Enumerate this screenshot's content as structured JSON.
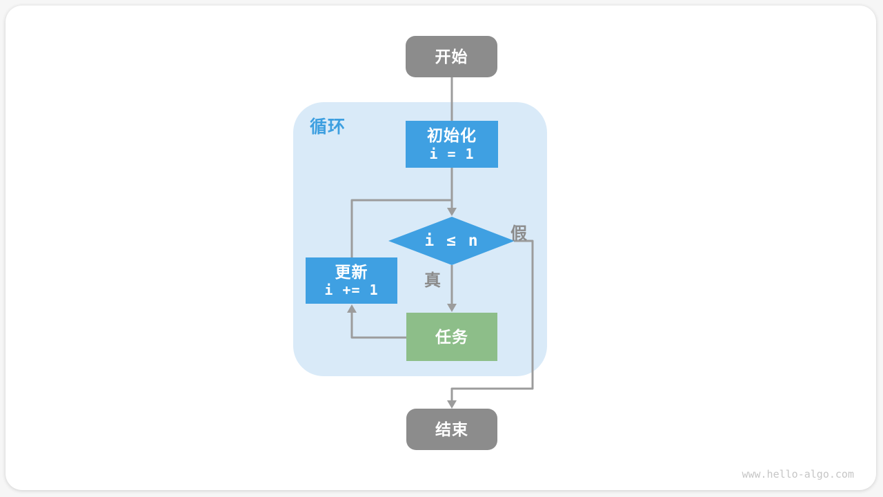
{
  "flowchart": {
    "loop_region_label": "循环",
    "nodes": {
      "start": {
        "label": "开始"
      },
      "init": {
        "label": "初始化",
        "code": "i = 1"
      },
      "condition": {
        "code": "i ≤ n"
      },
      "update": {
        "label": "更新",
        "code": "i += 1"
      },
      "task": {
        "label": "任务"
      },
      "end": {
        "label": "结束"
      }
    },
    "branches": {
      "true_label": "真",
      "false_label": "假"
    },
    "colors": {
      "terminal_gray": "#8C8C8C",
      "process_blue": "#3FA0E2",
      "task_green": "#8DBE89",
      "loop_bg": "#D9EAF8",
      "line_gray": "#9C9C9C",
      "label_blue": "#3D9FE0",
      "branch_label_gray": "#8C8C8C",
      "watermark_gray": "#C6C6C6"
    }
  },
  "footer": {
    "watermark": "www.hello-algo.com"
  }
}
